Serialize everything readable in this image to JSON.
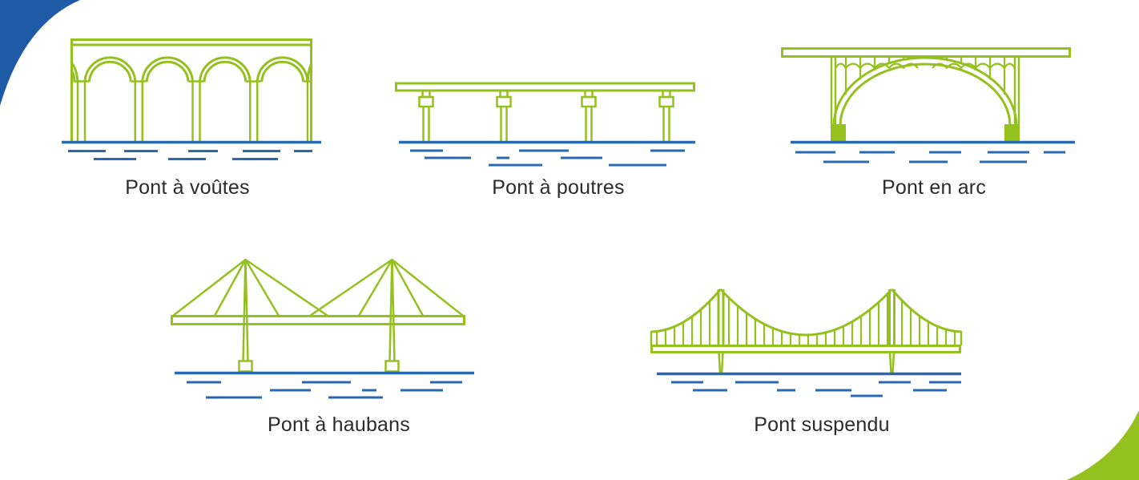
{
  "colors": {
    "bridge_green": "#95C11F",
    "water_blue": "#2A69AF",
    "corner_blue": "#1F5AA6",
    "corner_green": "#95C11F",
    "label_color": "#2B2B2B",
    "background": "#FFFFFF"
  },
  "bridges": [
    {
      "label": "Pont à voûtes",
      "icon": "arch-viaduct-bridge-icon"
    },
    {
      "label": "Pont à poutres",
      "icon": "beam-bridge-icon"
    },
    {
      "label": "Pont en arc",
      "icon": "arch-bridge-icon"
    },
    {
      "label": "Pont à haubans",
      "icon": "cable-stayed-bridge-icon"
    },
    {
      "label": "Pont suspendu",
      "icon": "suspension-bridge-icon"
    }
  ]
}
